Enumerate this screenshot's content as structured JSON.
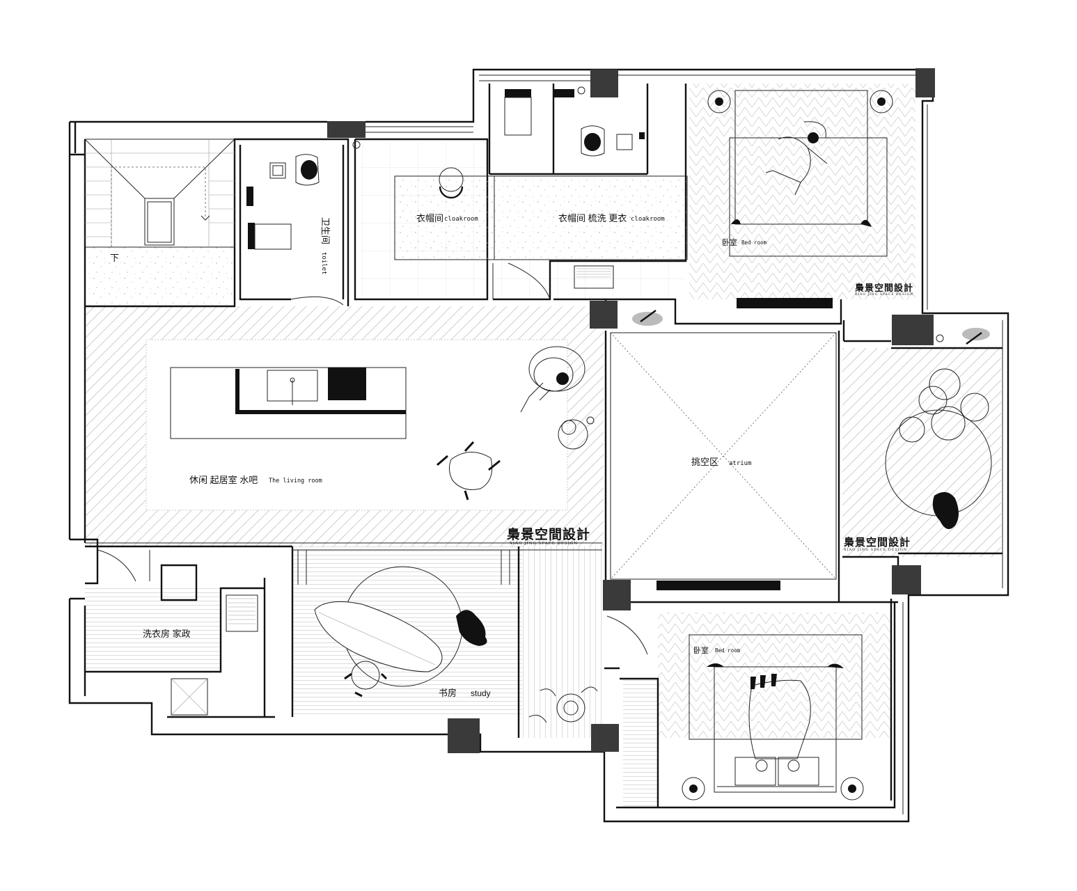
{
  "rooms": {
    "toilet_cn": "卫生间",
    "toilet_en": "toilet",
    "stair_down": "下",
    "cloakroom_a_cn": "衣帽间",
    "cloakroom_a_en": "cloakroom",
    "cloakroom_b_cn": "衣帽间 梳洗 更衣",
    "cloakroom_b_en": "cloakroom",
    "bedroom_top_cn": "卧室",
    "bedroom_top_en": "Bed room",
    "living_cn": "休闲 起居室 水吧",
    "living_en": "The living room",
    "atrium_cn": "挑空区",
    "atrium_en": "atrium",
    "laundry_cn": "洗衣房 家政",
    "study_cn": "书房",
    "study_en": "study",
    "bedroom_bottom_cn": "卧室",
    "bedroom_bottom_en": "Bed room"
  },
  "brand": {
    "name_cn": "梟景空間設計",
    "name_en": "XIAO JING SPACE DESIGN"
  },
  "colors": {
    "wall": "#111111",
    "column": "#3a3a3a",
    "hatch": "#cfcfcf"
  }
}
